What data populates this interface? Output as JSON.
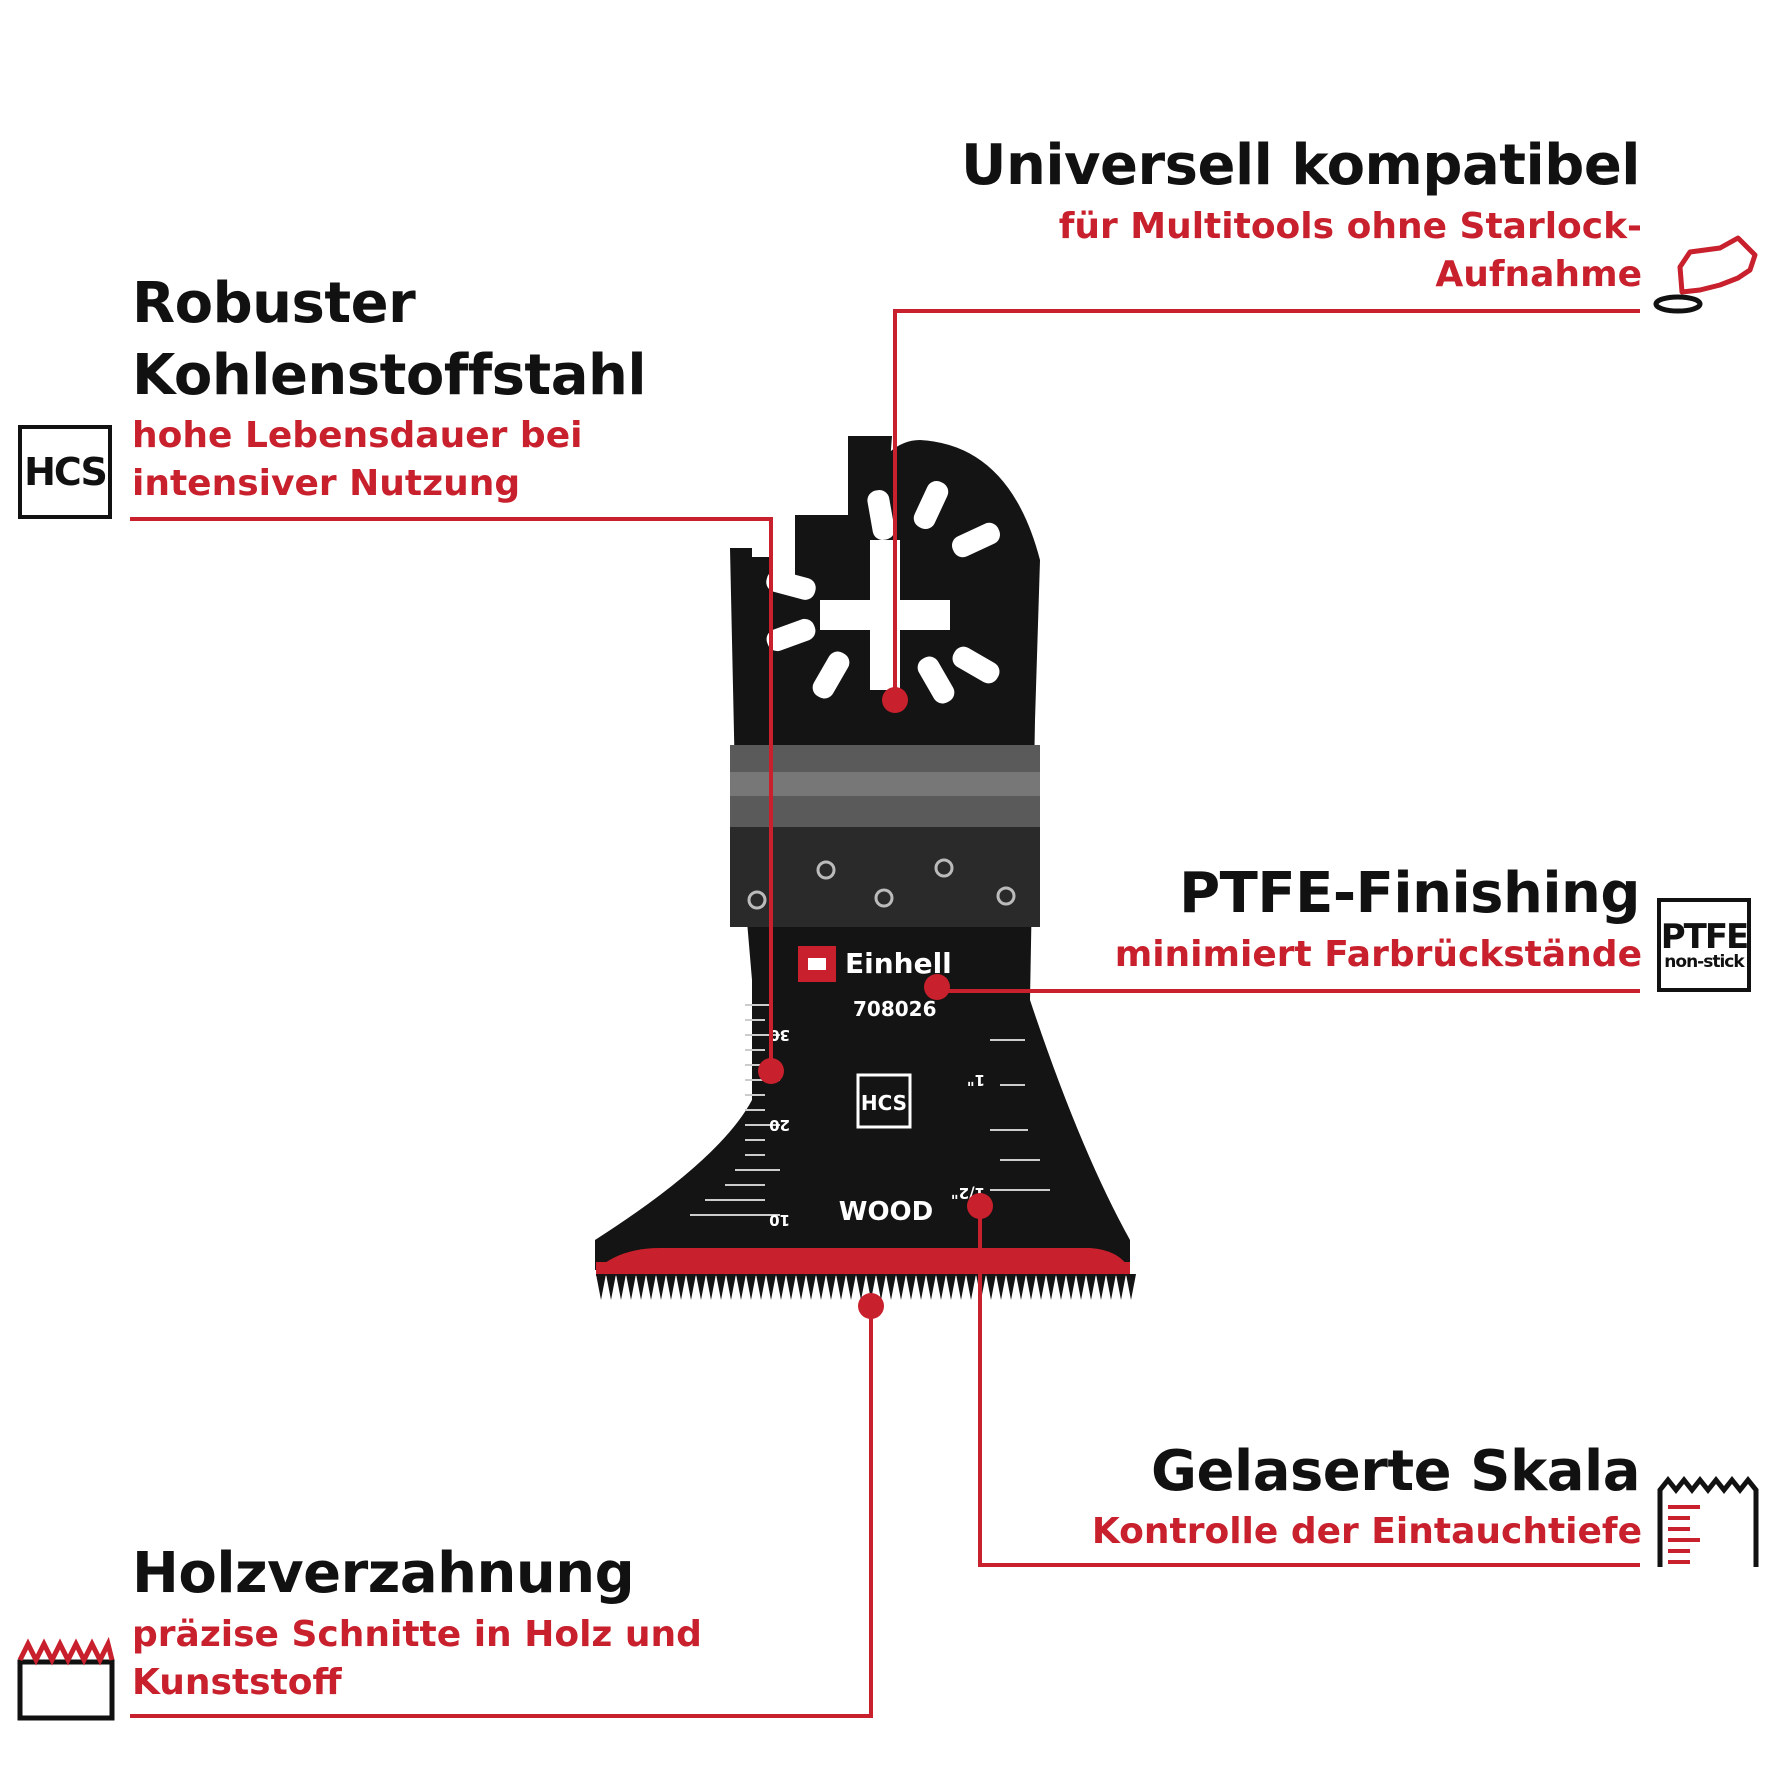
{
  "callouts": {
    "compat": {
      "title": "Universell kompatibel",
      "sub1": "für Multitools ohne Starlock-",
      "sub2": "Aufnahme"
    },
    "steel": {
      "title1": "Robuster",
      "title2": "Kohlenstoffstahl",
      "sub1": "hohe Lebensdauer bei",
      "sub2": "intensiver Nutzung"
    },
    "ptfe": {
      "title": "PTFE-Finishing",
      "sub": "minimiert Farbrückstände"
    },
    "scale": {
      "title": "Gelaserte Skala",
      "sub": "Kontrolle der Eintauchtiefe"
    },
    "wood": {
      "title": "Holzverzahnung",
      "sub1": "präzise Schnitte in Holz und",
      "sub2": "Kunststoff"
    }
  },
  "badges": {
    "hcs": "HCS",
    "ptfe_top": "PTFE",
    "ptfe_bottom": "non-stick"
  },
  "blade": {
    "brand": "Einhell",
    "article_number": "708026",
    "material_mark": "HCS",
    "application_mark": "WOOD",
    "scale_mm": [
      "30",
      "20",
      "10"
    ],
    "scale_inch": [
      "1\"",
      "1/2\""
    ]
  },
  "colors": {
    "accent": "#c8202c",
    "text": "#111111",
    "blade": "#141414"
  }
}
